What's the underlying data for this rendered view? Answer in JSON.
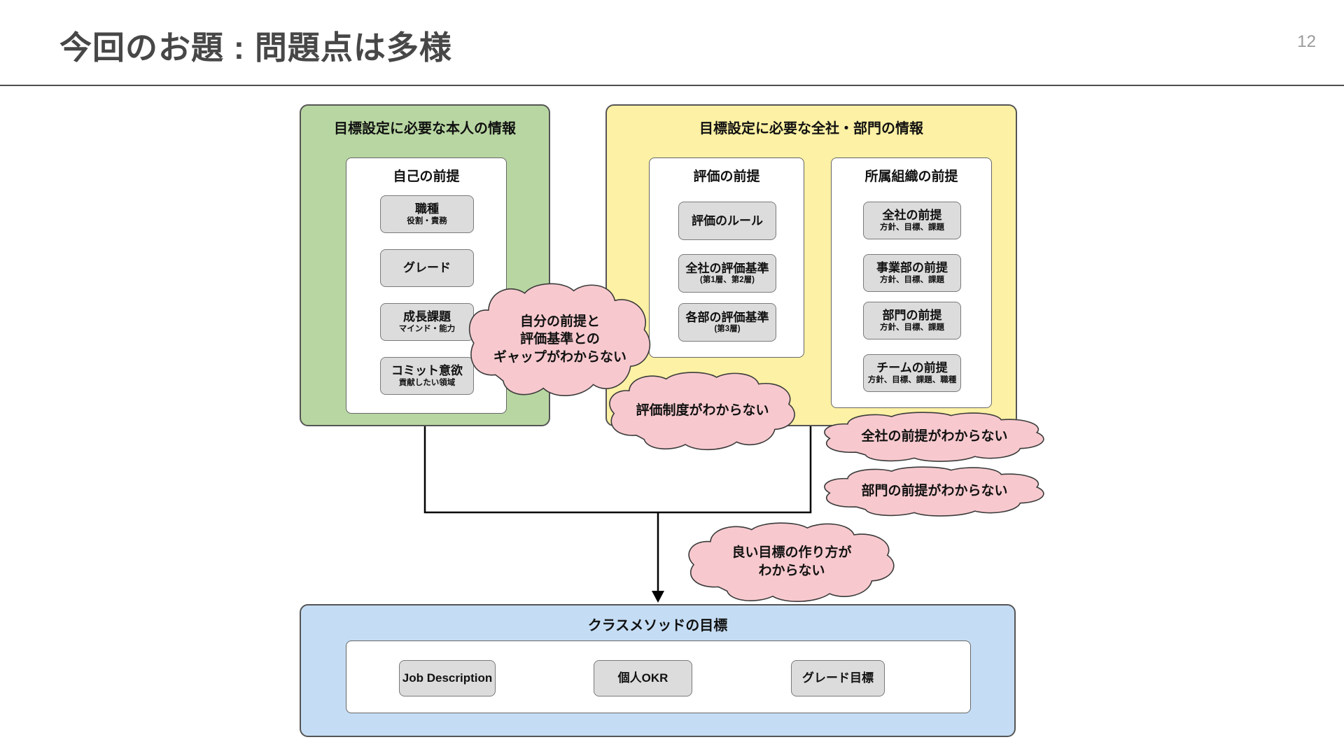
{
  "slide": {
    "title": "今回のお題 : 問題点は多様",
    "page_number": "12"
  },
  "colors": {
    "green_fill": "#b8d6a2",
    "yellow_fill": "#fcf1a4",
    "blue_fill": "#c5ddf4",
    "pink_fill": "#f7c9ce",
    "gray_item_fill": "#dcdcdc",
    "panel_border": "#555555",
    "connector": "#000000",
    "title_text": "#474747",
    "page_number_text": "#9a9a9a"
  },
  "green_panel": {
    "title": "目標設定に必要な本人の情報",
    "inner": {
      "title": "自己の前提",
      "items": [
        {
          "label": "職種",
          "sub": "役割・責務"
        },
        {
          "label": "グレード",
          "sub": ""
        },
        {
          "label": "成長課題",
          "sub": "マインド・能力"
        },
        {
          "label": "コミット意欲",
          "sub": "貢献したい領域"
        }
      ]
    }
  },
  "yellow_panel": {
    "title": "目標設定に必要な全社・部門の情報",
    "eval_box": {
      "title": "評価の前提",
      "items": [
        {
          "label": "評価のルール",
          "sub": ""
        },
        {
          "label": "全社の評価基準",
          "sub": "(第1層、第2層)"
        },
        {
          "label": "各部の評価基準",
          "sub": "(第3層)"
        }
      ]
    },
    "org_box": {
      "title": "所属組織の前提",
      "items": [
        {
          "label": "全社の前提",
          "sub": "方針、目標、課題"
        },
        {
          "label": "事業部の前提",
          "sub": "方針、目標、課題"
        },
        {
          "label": "部門の前提",
          "sub": "方針、目標、課題"
        },
        {
          "label": "チームの前提",
          "sub": "方針、目標、課題、職種"
        }
      ]
    }
  },
  "blue_panel": {
    "title": "クラスメソッドの目標",
    "items": [
      {
        "label": "Job Description"
      },
      {
        "label": "個人OKR"
      },
      {
        "label": "グレード目標"
      }
    ]
  },
  "clouds": [
    {
      "name": "gap-cloud",
      "lines": [
        "自分の前提と",
        "評価基準との",
        "ギャップがわからない"
      ]
    },
    {
      "name": "eval-cloud",
      "lines": [
        "評価制度がわからない"
      ]
    },
    {
      "name": "zensha-cloud",
      "lines": [
        "全社の前提がわからない"
      ]
    },
    {
      "name": "bumon-cloud",
      "lines": [
        "部門の前提がわからない"
      ]
    },
    {
      "name": "goal-cloud",
      "lines": [
        "良い目標の作り方が",
        "わからない"
      ]
    }
  ]
}
